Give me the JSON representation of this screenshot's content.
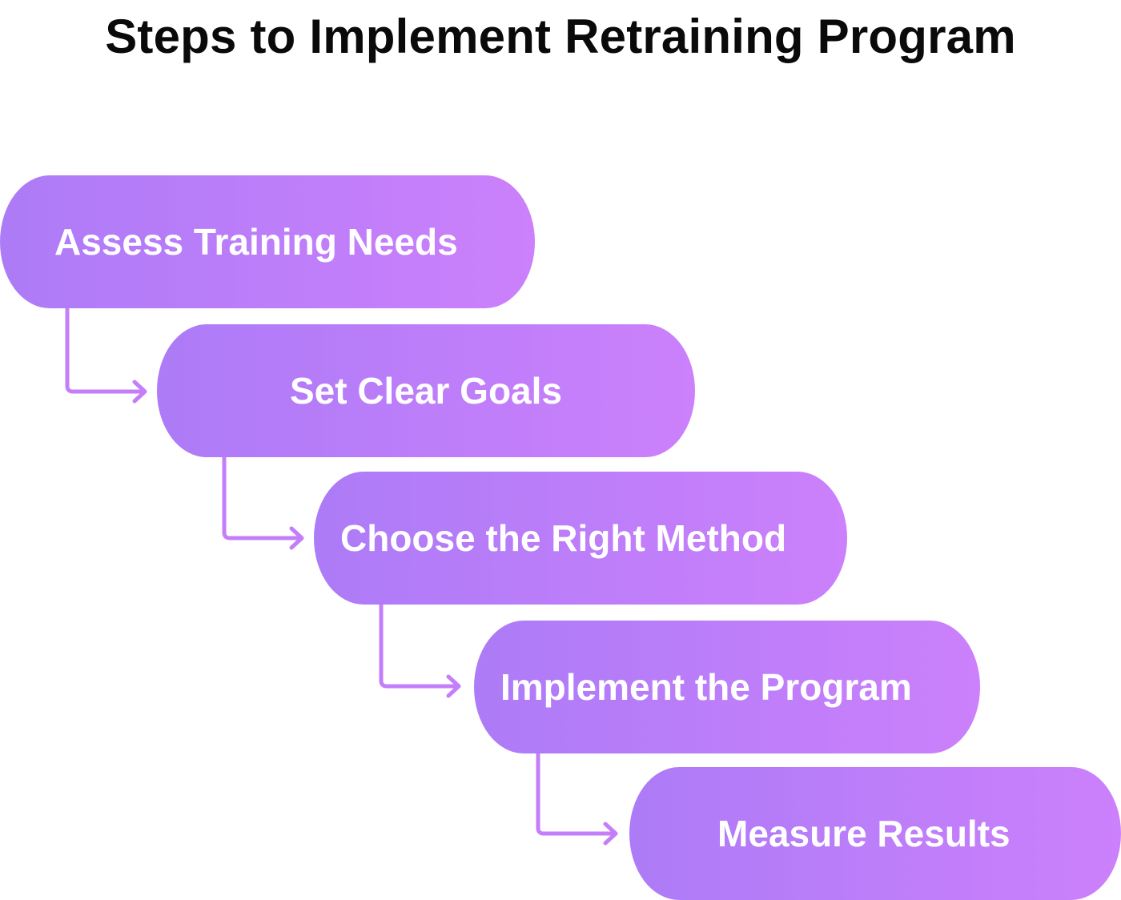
{
  "title": "Steps to Implement Retraining Program",
  "steps": [
    {
      "label": "Assess Training Needs"
    },
    {
      "label": "Set Clear Goals"
    },
    {
      "label": "Choose the Right Method"
    },
    {
      "label": "Implement the Program"
    },
    {
      "label": "Measure Results"
    }
  ],
  "colors": {
    "step_gradient_start": "#ad7bf7",
    "step_gradient_end": "#cc80fb",
    "connector": "#c57ef9",
    "title_text": "#0a0a0a",
    "step_text": "#ffffff"
  }
}
